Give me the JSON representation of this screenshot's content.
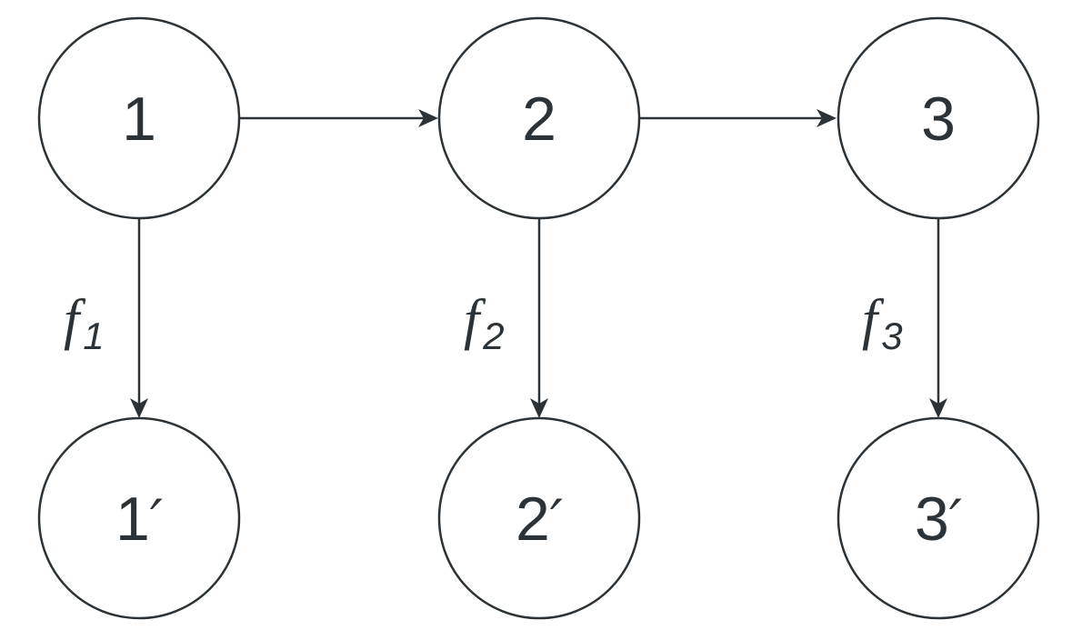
{
  "diagram": {
    "nodes": {
      "n1": "1",
      "n2": "2",
      "n3": "3",
      "n1p": "1",
      "n2p": "2",
      "n3p": "3"
    },
    "prime_mark": "′",
    "edges": {
      "f1": {
        "name": "f",
        "subscript": "1"
      },
      "f2": {
        "name": "f",
        "subscript": "2"
      },
      "f3": {
        "name": "f",
        "subscript": "3"
      }
    }
  },
  "colors": {
    "stroke": "#2b3338",
    "background": "#ffffff"
  }
}
